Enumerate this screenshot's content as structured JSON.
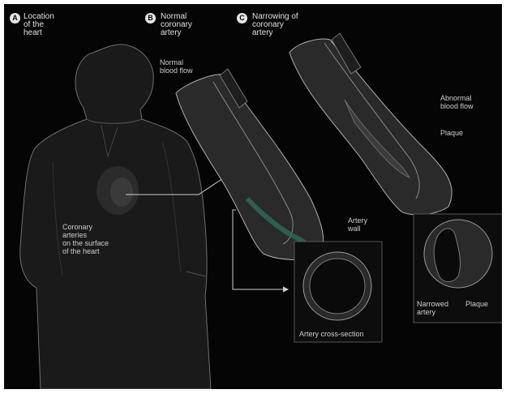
{
  "panels": {
    "a": {
      "letter": "A",
      "title": "Location\nof the\nheart"
    },
    "b": {
      "letter": "B",
      "title": "Normal\ncoronary\nartery"
    },
    "c": {
      "letter": "C",
      "title": "Narrowing of\ncoronary\nartery"
    }
  },
  "labels": {
    "normal_flow": "Normal\nblood flow",
    "abnormal_flow": "Abnormal\nblood flow",
    "plaque": "Plaque",
    "coronary_arteries": "Coronary\narteries\non the surface\nof the heart",
    "artery_wall": "Artery\nwall",
    "cross_section": "Artery cross-section",
    "narrowed_artery": "Narrowed\nartery",
    "plaque_2": "Plaque"
  },
  "colors": {
    "background": "#050505",
    "line": "#9a9a9a",
    "artery": "#3a3a3a",
    "accent": "#2f6a5c"
  }
}
